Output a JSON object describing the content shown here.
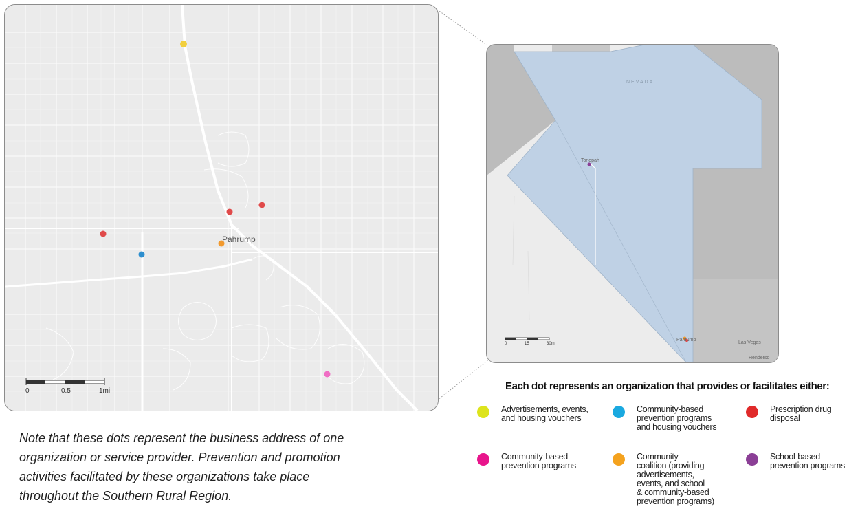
{
  "main_map": {
    "town_label": "Pahrump",
    "scale": {
      "ticks": [
        "0",
        "0.5",
        "1mi"
      ]
    },
    "dots": [
      {
        "category": "advertisements",
        "color": "#f2cf3d"
      },
      {
        "category": "prescription",
        "color": "#e04a4a"
      },
      {
        "category": "prescription",
        "color": "#e04a4a"
      },
      {
        "category": "prescription",
        "color": "#e04a4a"
      },
      {
        "category": "coalition",
        "color": "#f29a2e"
      },
      {
        "category": "community_housing",
        "color": "#2e8fcf"
      },
      {
        "category": "community_based",
        "color": "#f06ec4"
      }
    ]
  },
  "inset_map": {
    "state_label": "NEVADA",
    "cities": {
      "tonopah": "Tonopah",
      "pahrump": "Pahrump",
      "las_vegas": "Las Vegas",
      "henderson": "Henderso"
    },
    "scale": {
      "ticks": [
        "0",
        "15",
        "30mi"
      ]
    }
  },
  "note": [
    "Note that these dots represent the business address of one",
    "organization or service provider. Prevention and promotion",
    "activities facilitated by these organizations take place",
    "throughout the Southern Rural Region."
  ],
  "legend": {
    "title": "Each dot represents an organization that provides or facilitates either:",
    "items": [
      {
        "label": "Advertisements, events,\nand housing vouchers",
        "color": "#dde41c"
      },
      {
        "label": "Community-based\nprevention programs\nand housing vouchers",
        "color": "#1aa9e0"
      },
      {
        "label": "Prescription drug\ndisposal",
        "color": "#e02a2a"
      },
      {
        "label": "Community-based\nprevention programs",
        "color": "#e8158c"
      },
      {
        "label": "Community\ncoalition (providing\nadvertisements,\nevents, and  school\n& community-based\nprevention programs)",
        "color": "#f4a21e"
      },
      {
        "label": "School-based\nprevention programs",
        "color": "#8b3f96"
      }
    ]
  }
}
